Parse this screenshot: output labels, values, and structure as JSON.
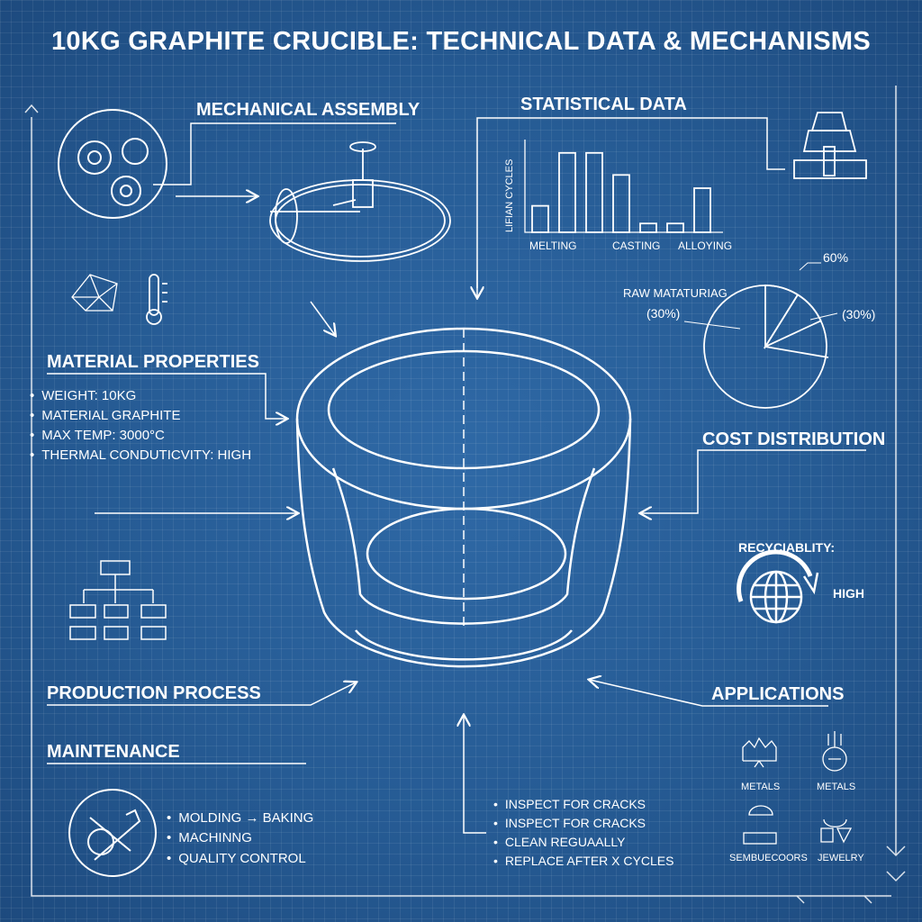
{
  "title": "10KG GRAPHITE CRUCIBLE: TECHNICAL DATA & MECHANISMS",
  "sections": {
    "mechanical_assembly": "MECHANICAL ASSEMBLY",
    "statistical_data": "STATISTICAL DATA",
    "material_properties": "MATERIAL PROPERTIES",
    "cost_distribution": "COST DISTRIBUTION",
    "production_process": "PRODUCTION PROCESS",
    "maintenance": "MAINTENANCE",
    "applications": "APPLICATIONS"
  },
  "material_properties": [
    "WEIGHT: 10KG",
    "MATERIAL GRAPHITE",
    "MAX TEMP: 3000°C",
    "THERMAL CONDUTICVITY: HIGH"
  ],
  "production_steps": [
    "MOLDING → BAKING",
    "MACHINNG",
    "QUALITY CONTROL"
  ],
  "maintenance_items": [
    "INSPECT FOR CRACKS",
    "INSPECT FOR CRACKS",
    "CLEAN REGUAALLY",
    "REPLACE AFTER X CYCLES"
  ],
  "recyclability": {
    "label": "RECYCIABLITY:",
    "value": "HIGH"
  },
  "applications": [
    "METALS",
    "METALS",
    "SEMBUECOORS",
    "JEWELRY"
  ],
  "chart_data": [
    {
      "type": "bar",
      "ylabel": "LIFIAN CYCLES",
      "tick_labels": [
        "MELTING",
        "CASTING",
        "ALLOYING"
      ],
      "values": [
        3,
        9,
        9,
        6.5,
        1,
        1,
        5
      ],
      "grid": false
    },
    {
      "type": "pie",
      "labels": [
        "60%",
        "RAW MATATURIAG",
        "(30%)",
        "(30%)"
      ]
    }
  ],
  "colors": {
    "background": "#265b94",
    "line": "#ffffff"
  }
}
